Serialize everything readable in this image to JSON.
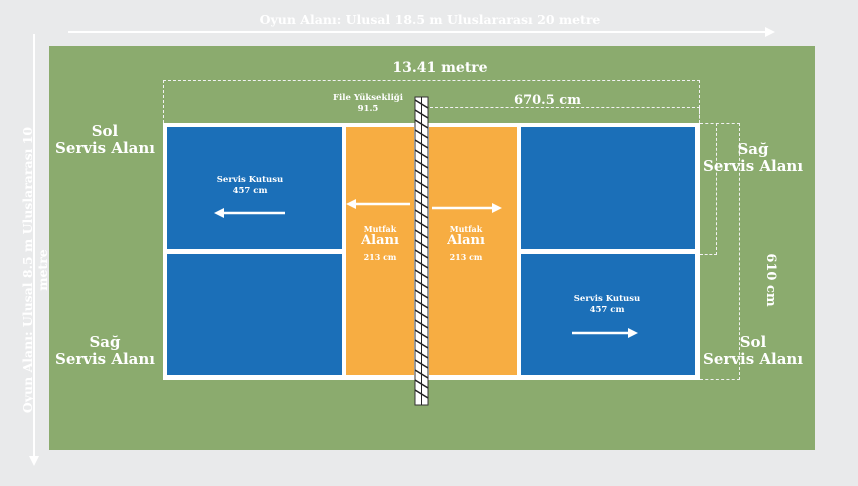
{
  "outer": {
    "length_label": "Oyun Alanı: Ulusal 18.5 m Uluslararası 20 metre",
    "width_label": "Oyun Alanı: Ulusal 8.5 m Uluslararası 10 metre"
  },
  "dimensions": {
    "court_length": "13.41 metre",
    "half_length": "670.5 cm",
    "court_width": "610 cm"
  },
  "net": {
    "label": "File Yüksekliği",
    "value": "91.5"
  },
  "left_labels": {
    "top_line1": "Sol",
    "top_line2": "Servis Alanı",
    "bottom_line1": "Sağ",
    "bottom_line2": "Servis Alanı"
  },
  "right_labels": {
    "top_line1": "Sağ",
    "top_line2": "Servis Alanı",
    "bottom_line1": "Sol",
    "bottom_line2": "Servis Alanı"
  },
  "service_box_left": {
    "title": "Servis Kutusu",
    "size": "457 cm"
  },
  "service_box_right": {
    "title": "Servis Kutusu",
    "size": "457 cm"
  },
  "kitchen_left": {
    "line1": "Mutfak",
    "line2": "Alanı",
    "size": "213 cm"
  },
  "kitchen_right": {
    "line1": "Mutfak",
    "line2": "Alanı",
    "size": "213 cm"
  },
  "colors": {
    "field": "#8bab6e",
    "service_box": "#1b6fb8",
    "kitchen": "#f7ad42",
    "background": "#e9eaeb"
  }
}
